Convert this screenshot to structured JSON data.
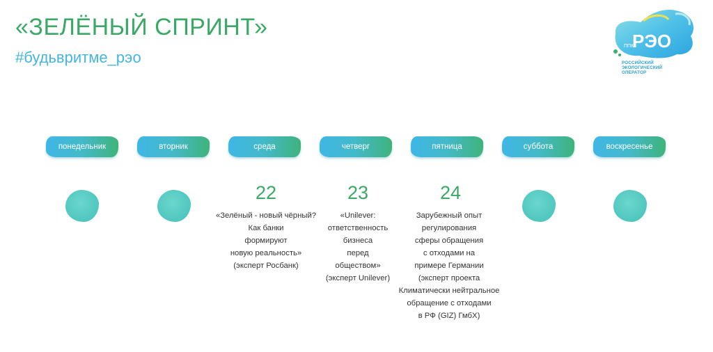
{
  "header": {
    "title": "«ЗЕЛЁНЫЙ СПРИНТ»",
    "hashtag": "#будьвритме_рэо"
  },
  "logo": {
    "mark": "РЭО",
    "small": "ППК",
    "caption": [
      "РОССИЙСКИЙ",
      "ЭКОЛОГИЧЕСКИЙ",
      "ОПЕРАТОР"
    ]
  },
  "days": [
    "понедельник",
    "вторник",
    "среда",
    "четверг",
    "пятница",
    "суббота",
    "воскресенье"
  ],
  "events": [
    {
      "date": "22",
      "lines": [
        "«Зелёный - новый чёрный?",
        "Как банки",
        "формируют",
        "новую реальность»",
        "(эксперт Росбанк)"
      ]
    },
    {
      "date": "23",
      "lines": [
        "«Unilever:",
        "ответственность",
        "бизнеса",
        "перед",
        "обществом»",
        "(эксперт Unilever)"
      ]
    },
    {
      "date": "24",
      "lines": [
        "Зарубежный опыт",
        "регулирования",
        "сферы обращения",
        "с отходами на",
        "примере Германии",
        "(эксперт проекта",
        "Климатически нейтральное",
        "обращение с отходами",
        "в РФ (GIZ) ГмбХ)"
      ]
    }
  ],
  "colors": {
    "title": "#3aa966",
    "hashtag": "#45b6dc",
    "blob": "#4fc7bf",
    "tab_start": "#3fb7e6",
    "tab_end": "#3fb37a"
  }
}
